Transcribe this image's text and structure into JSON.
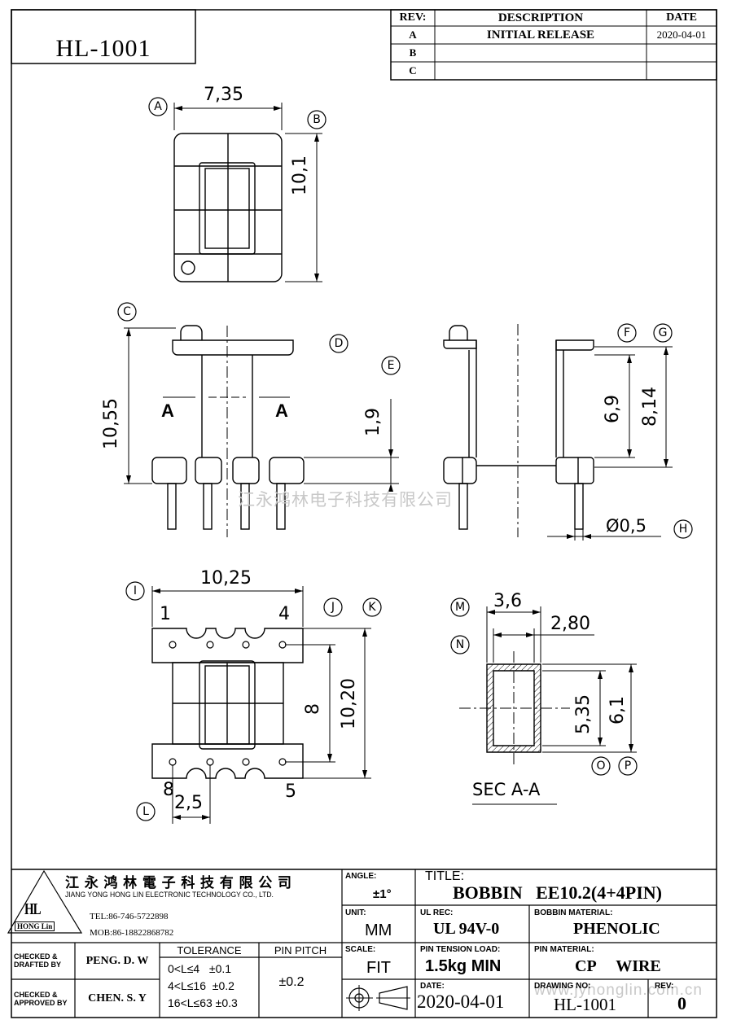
{
  "part_number_box": "HL-1001",
  "revision_table": {
    "headers": {
      "rev": "REV:",
      "description": "DESCRIPTION",
      "date": "DATE"
    },
    "rows": [
      {
        "rev": "A",
        "description": "INITIAL  RELEASE",
        "date": "2020-04-01"
      },
      {
        "rev": "B",
        "description": "",
        "date": ""
      },
      {
        "rev": "C",
        "description": "",
        "date": ""
      }
    ]
  },
  "views": {
    "top": {
      "dim_width": "7,35",
      "dim_height": "10,1",
      "callout_a": "A",
      "callout_b": "B"
    },
    "front": {
      "dim_height": "10,55",
      "dim_standoff": "1,9",
      "section_left": "A",
      "section_right": "A",
      "callout_c": "C",
      "callout_d": "D",
      "callout_e": "E"
    },
    "side": {
      "dim_inner": "6,9",
      "dim_outer": "8,14",
      "dim_pin": "Ø0,5",
      "callout_f": "F",
      "callout_g": "G",
      "callout_h": "H"
    },
    "bottom": {
      "dim_width": "10,25",
      "dim_pin_span": "8",
      "dim_height": "10,20",
      "dim_pitch": "2,5",
      "pin_1": "1",
      "pin_4": "4",
      "pin_8": "8",
      "pin_5": "5",
      "callout_i": "I",
      "callout_j": "J",
      "callout_k": "K",
      "callout_l": "L"
    },
    "section": {
      "dim_outer_w": "3,6",
      "dim_inner_w": "2,80",
      "dim_inner_h": "5,35",
      "dim_outer_h": "6,1",
      "title": "SEC A-A",
      "callout_m": "M",
      "callout_n": "N",
      "callout_o": "O",
      "callout_p": "P"
    }
  },
  "watermark": "江永鸿林电子科技有限公司",
  "watermark_url": "www.jyhonglin.com.cn",
  "title_block": {
    "company_cn": "江 永 鸿 林 電 子 科 技 有 限 公 司",
    "company_en": "JIANG YONG HONG LIN ELECTRONIC TECHNOLOGY CO., LTD.",
    "logo_text": "HONG Lin",
    "tel": "TEL:86-746-5722898",
    "mob": "MOB:86-18822868782",
    "angle_label": "ANGLE:",
    "angle_value": "±1°",
    "title_label": "TITLE:",
    "title_value": "BOBBIN   EE10.2(4+4PIN)",
    "unit_label": "UNIT:",
    "unit_value": "MM",
    "ul_label": "UL REC:",
    "ul_value": "UL 94V-0",
    "material_label": "BOBBIN MATERIAL:",
    "material_value": "PHENOLIC",
    "checked_drafted_label": "CHECKED & DRAFTED BY",
    "checked_drafted_value": "PENG. D. W",
    "tolerance_label": "TOLERANCE",
    "tolerances": [
      "0<L≤4   ±0.1",
      "4<L≤16  ±0.2",
      "16<L≤63 ±0.3"
    ],
    "pin_pitch_label": "PIN PITCH",
    "pin_pitch_value": "±0.2",
    "scale_label": "SCALE:",
    "scale_value": "FIT",
    "pin_tension_label": "PIN TENSION LOAD:",
    "pin_tension_value": "1.5kg MIN",
    "pin_material_label": "PIN MATERIAL:",
    "pin_material_value": "CP     WIRE",
    "checked_approved_label": "CHECKED & APPROVED BY",
    "checked_approved_value": "CHEN. S. Y",
    "date_label": "DATE:",
    "date_value": "2020-04-01",
    "drawing_no_label": "DRAWING NO:",
    "drawing_no_value": "HL-1001",
    "rev_label": "REV:",
    "rev_value": "0"
  }
}
